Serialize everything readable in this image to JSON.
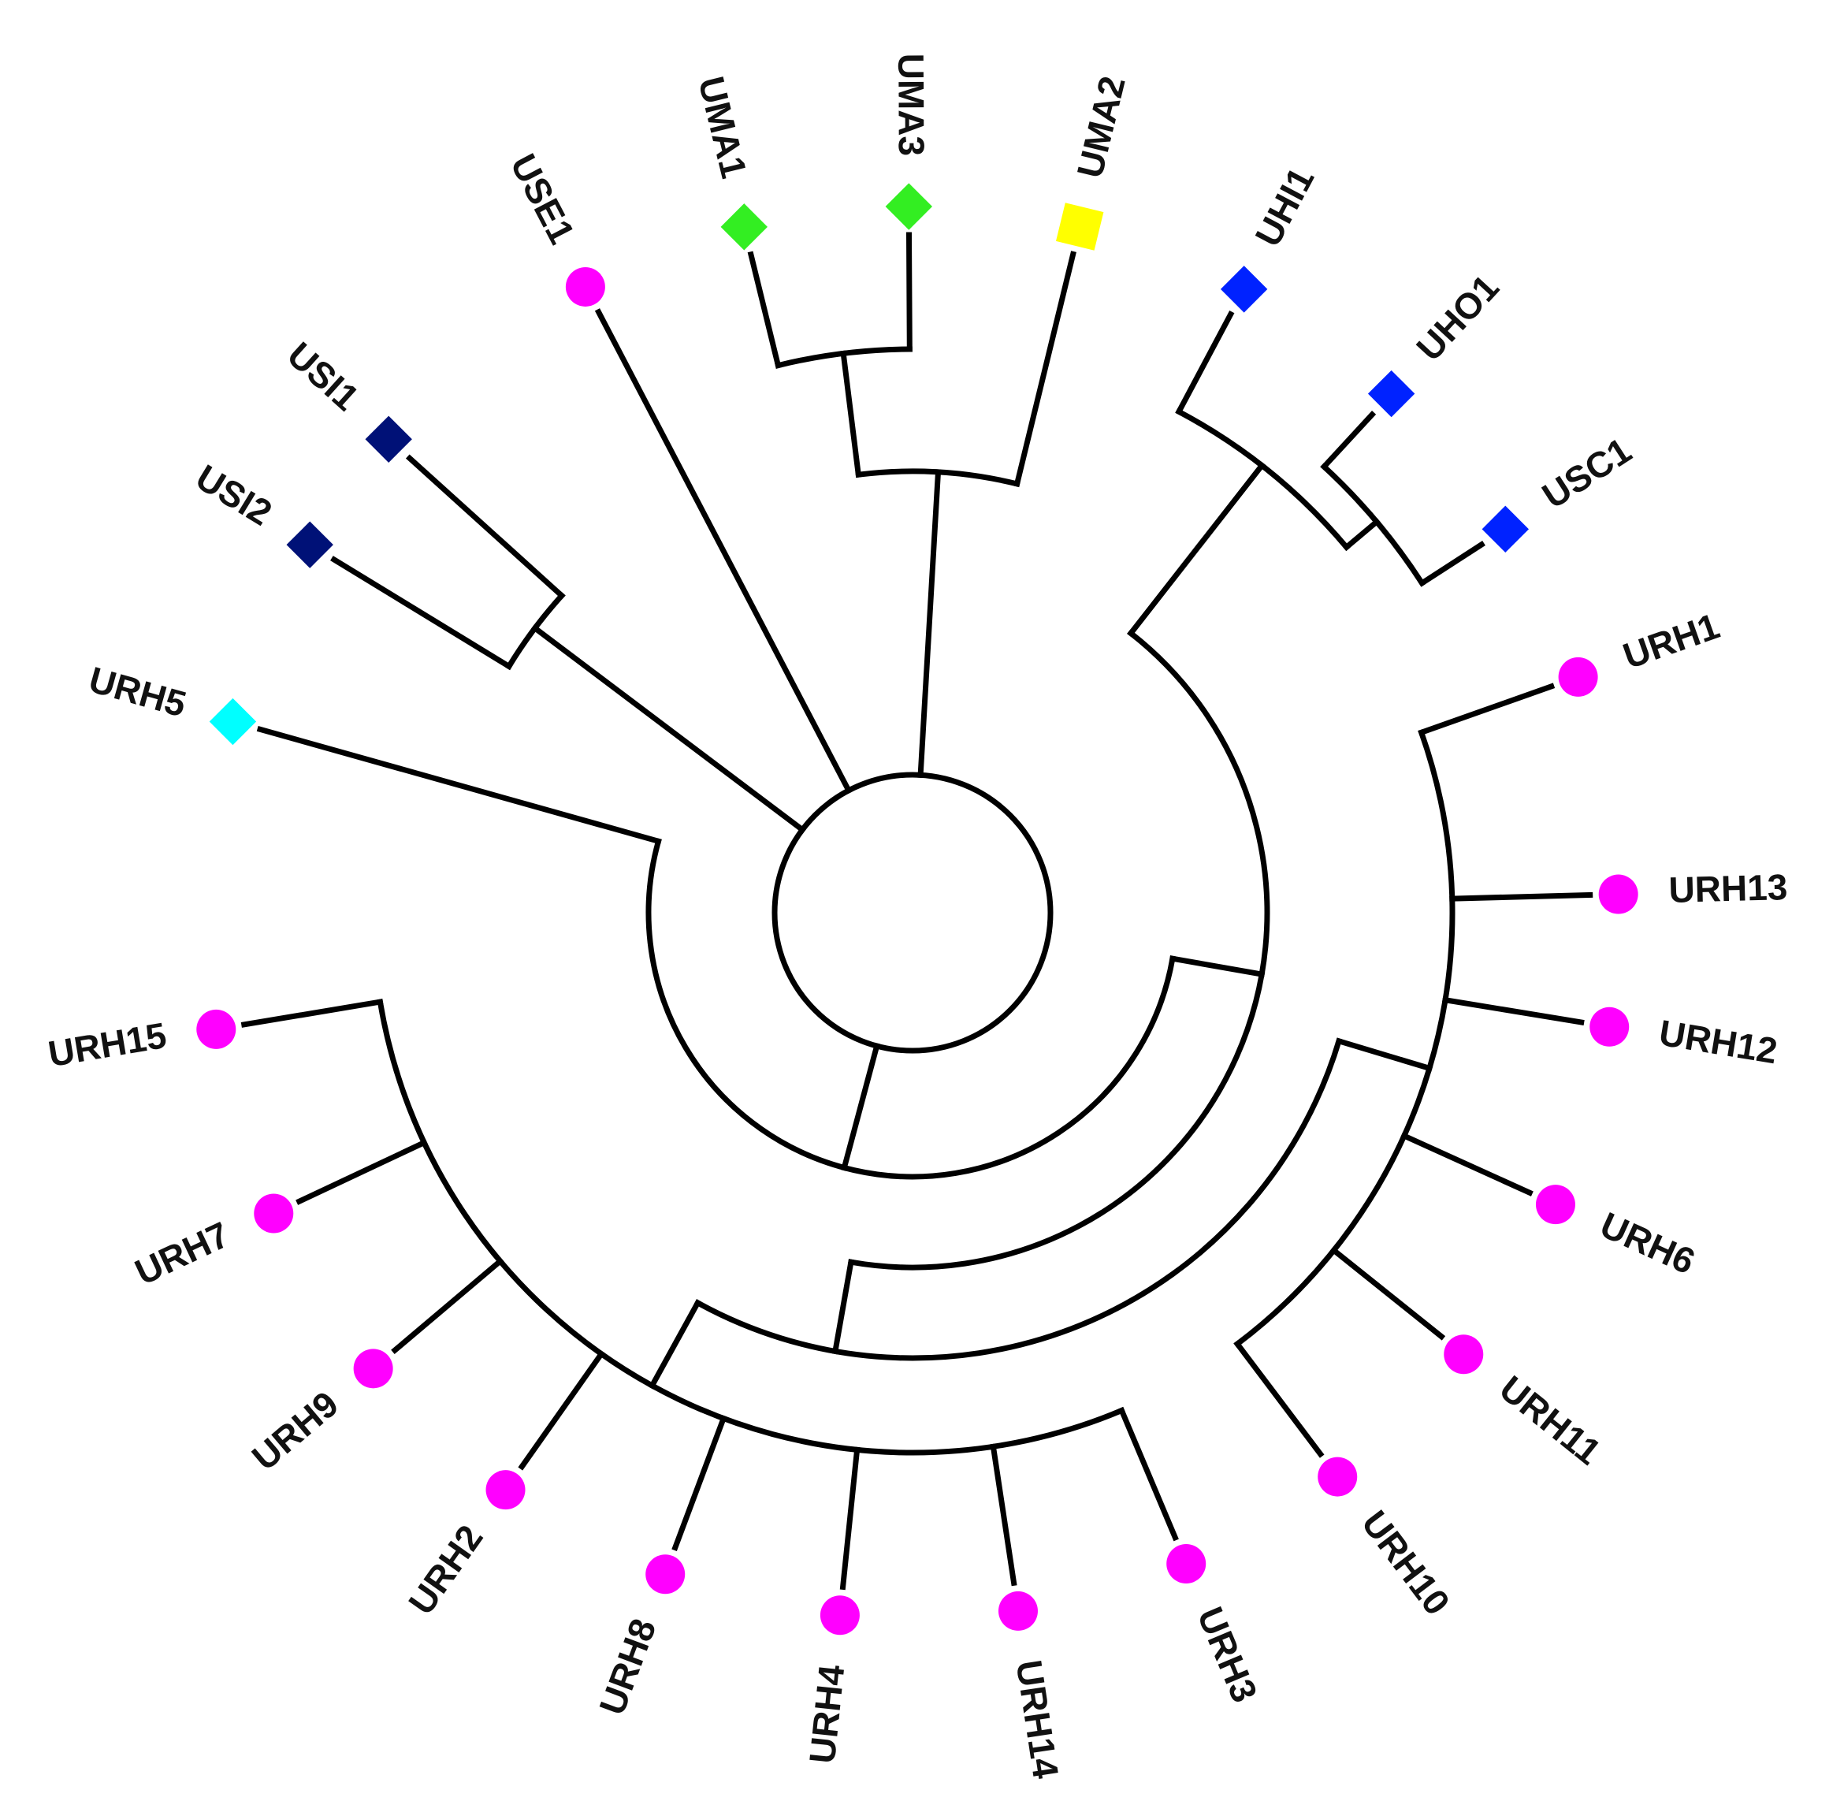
{
  "tree": {
    "type": "circular-dendrogram",
    "colors": {
      "magenta": "#ff00ff",
      "green": "#33ee22",
      "yellow": "#ffff00",
      "blue": "#0022ff",
      "navy": "#001177",
      "cyan": "#00ffff"
    },
    "leaves": [
      {
        "id": "USI1",
        "label": "USI1",
        "shape": "diamond",
        "color": "navy"
      },
      {
        "id": "USI2",
        "label": "USI2",
        "shape": "diamond",
        "color": "navy"
      },
      {
        "id": "USE1",
        "label": "USE1",
        "shape": "circle",
        "color": "magenta"
      },
      {
        "id": "UMA1",
        "label": "UMA1",
        "shape": "diamond",
        "color": "green"
      },
      {
        "id": "UMA3",
        "label": "UMA3",
        "shape": "diamond",
        "color": "green"
      },
      {
        "id": "UMA2",
        "label": "UMA2",
        "shape": "square",
        "color": "yellow"
      },
      {
        "id": "UHI1",
        "label": "UHI1",
        "shape": "diamond",
        "color": "blue"
      },
      {
        "id": "UHO1",
        "label": "UHO1",
        "shape": "diamond",
        "color": "blue"
      },
      {
        "id": "USC1",
        "label": "USC1",
        "shape": "diamond",
        "color": "blue"
      },
      {
        "id": "URH1",
        "label": "URH1",
        "shape": "circle",
        "color": "magenta"
      },
      {
        "id": "URH13",
        "label": "URH13",
        "shape": "circle",
        "color": "magenta"
      },
      {
        "id": "URH12",
        "label": "URH12",
        "shape": "circle",
        "color": "magenta"
      },
      {
        "id": "URH6",
        "label": "URH6",
        "shape": "circle",
        "color": "magenta"
      },
      {
        "id": "URH11",
        "label": "URH11",
        "shape": "circle",
        "color": "magenta"
      },
      {
        "id": "URH10",
        "label": "URH10",
        "shape": "circle",
        "color": "magenta"
      },
      {
        "id": "URH3",
        "label": "URH3",
        "shape": "circle",
        "color": "magenta"
      },
      {
        "id": "URH14",
        "label": "URH14",
        "shape": "circle",
        "color": "magenta"
      },
      {
        "id": "URH4",
        "label": "URH4",
        "shape": "circle",
        "color": "magenta"
      },
      {
        "id": "URH8",
        "label": "URH8",
        "shape": "circle",
        "color": "magenta"
      },
      {
        "id": "URH2",
        "label": "URH2",
        "shape": "circle",
        "color": "magenta"
      },
      {
        "id": "URH9",
        "label": "URH9",
        "shape": "circle",
        "color": "magenta"
      },
      {
        "id": "URH7",
        "label": "URH7",
        "shape": "circle",
        "color": "magenta"
      },
      {
        "id": "URH15",
        "label": "URH15",
        "shape": "circle",
        "color": "magenta"
      },
      {
        "id": "URH5",
        "label": "URH5",
        "shape": "diamond",
        "color": "cyan"
      }
    ],
    "clusters": [
      {
        "id": "usi",
        "members": [
          "USI1",
          "USI2"
        ]
      },
      {
        "id": "uma13",
        "members": [
          "UMA1",
          "UMA3"
        ]
      },
      {
        "id": "uma",
        "members": [
          "uma13",
          "UMA2"
        ]
      },
      {
        "id": "uho_usc",
        "members": [
          "UHO1",
          "USC1"
        ]
      },
      {
        "id": "uh",
        "members": [
          "UHI1",
          "uho_usc"
        ]
      },
      {
        "id": "rh_a",
        "members": [
          "URH1",
          "URH13",
          "URH12",
          "URH6",
          "URH11",
          "URH10"
        ]
      },
      {
        "id": "rh_b",
        "members": [
          "URH3",
          "URH14",
          "URH4",
          "URH8",
          "URH2",
          "URH9",
          "URH7",
          "URH15"
        ]
      },
      {
        "id": "rh_ab",
        "members": [
          "rh_a",
          "rh_b"
        ]
      },
      {
        "id": "big",
        "members": [
          "uh",
          "rh_ab"
        ]
      },
      {
        "id": "low",
        "members": [
          "big",
          "URH5"
        ]
      },
      {
        "id": "root",
        "members": [
          "low",
          "usi",
          "USE1",
          "uma"
        ]
      }
    ]
  }
}
